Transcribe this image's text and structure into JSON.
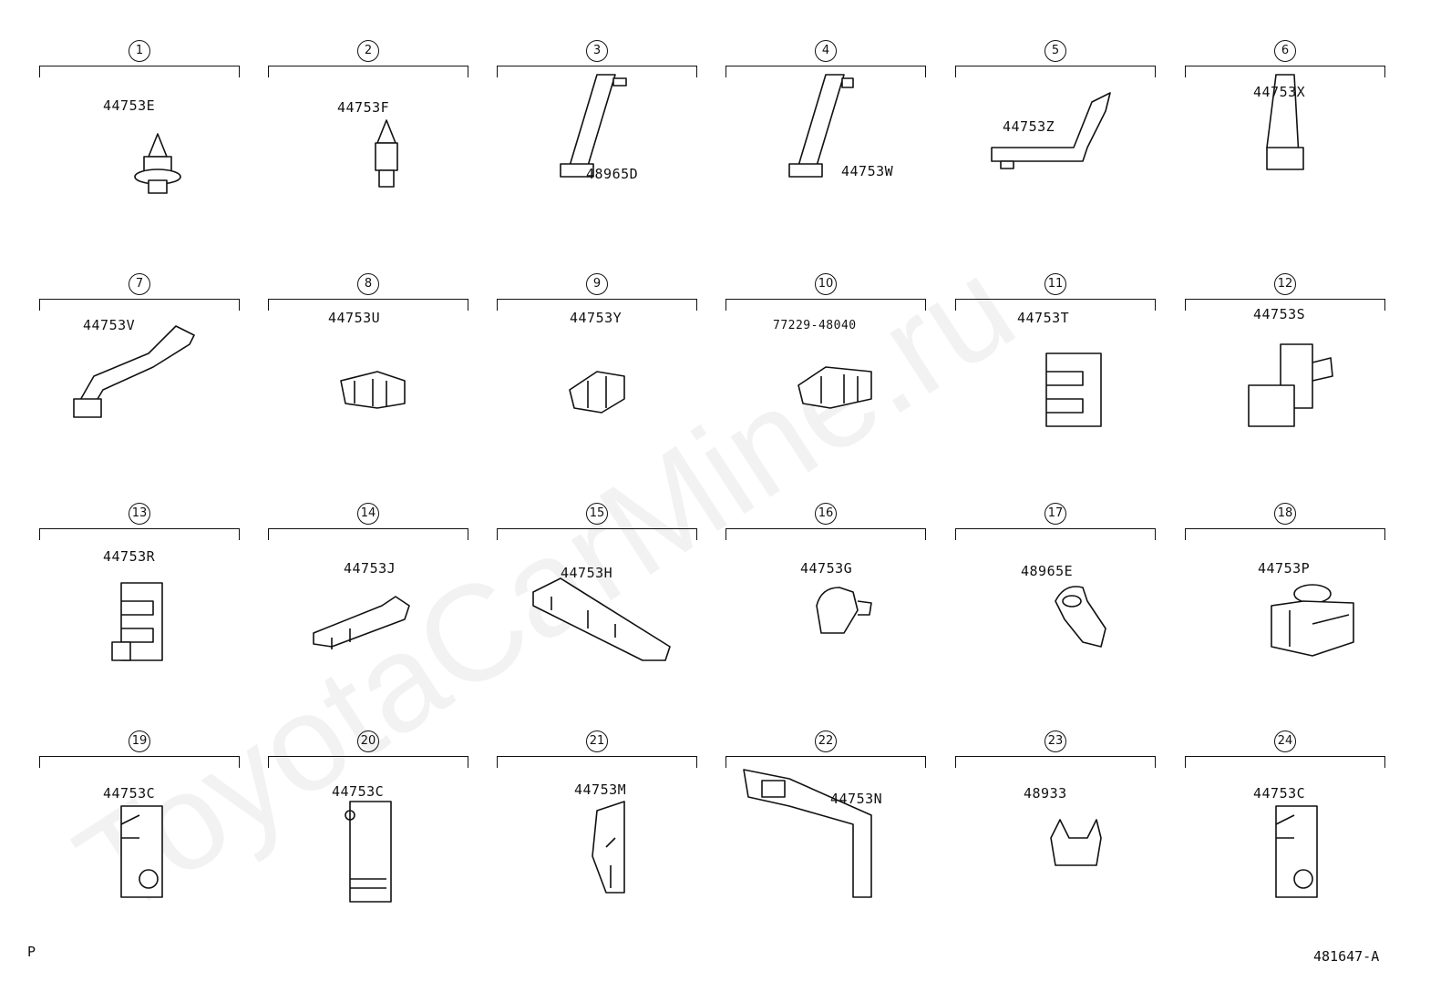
{
  "diagram": {
    "watermark": "ToyotaCarMine.ru",
    "footer_left": "P",
    "footer_right": "481647-A",
    "items": [
      {
        "num": "1",
        "part": "44753E"
      },
      {
        "num": "2",
        "part": "44753F"
      },
      {
        "num": "3",
        "part": "48965D"
      },
      {
        "num": "4",
        "part": "44753W"
      },
      {
        "num": "5",
        "part": "44753Z"
      },
      {
        "num": "6",
        "part": "44753X"
      },
      {
        "num": "7",
        "part": "44753V"
      },
      {
        "num": "8",
        "part": "44753U"
      },
      {
        "num": "9",
        "part": "44753Y"
      },
      {
        "num": "10",
        "part": "77229-48040"
      },
      {
        "num": "11",
        "part": "44753T"
      },
      {
        "num": "12",
        "part": "44753S"
      },
      {
        "num": "13",
        "part": "44753R"
      },
      {
        "num": "14",
        "part": "44753J"
      },
      {
        "num": "15",
        "part": "44753H"
      },
      {
        "num": "16",
        "part": "44753G"
      },
      {
        "num": "17",
        "part": "48965E"
      },
      {
        "num": "18",
        "part": "44753P"
      },
      {
        "num": "19",
        "part": "44753C"
      },
      {
        "num": "20",
        "part": "44753C"
      },
      {
        "num": "21",
        "part": "44753M"
      },
      {
        "num": "22",
        "part": "44753N"
      },
      {
        "num": "23",
        "part": "48933"
      },
      {
        "num": "24",
        "part": "44753C"
      }
    ]
  }
}
